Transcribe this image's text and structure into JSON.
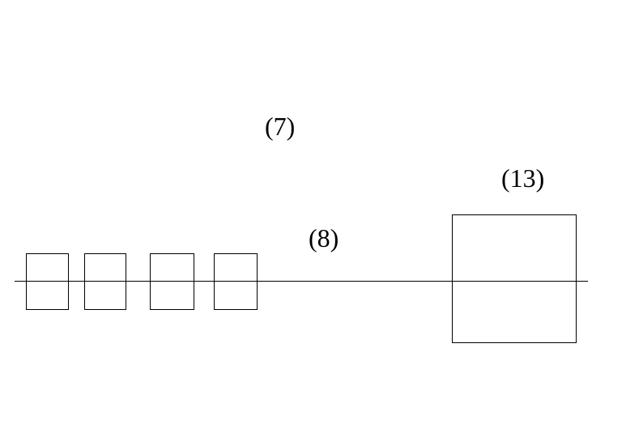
{
  "labels": {
    "label_7": "(7)",
    "label_8": "(8)",
    "label_13": "(13)"
  },
  "colors": {
    "stroke": "#000000",
    "background": "#ffffff"
  }
}
